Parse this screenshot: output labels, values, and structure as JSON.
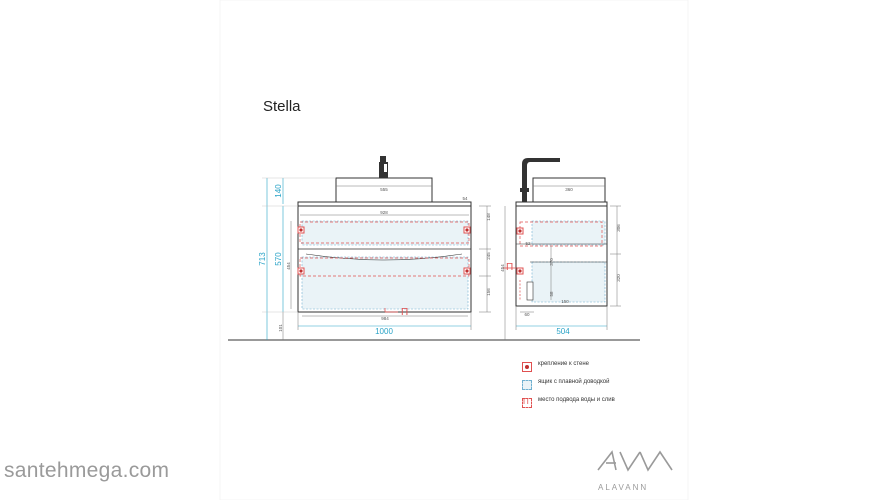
{
  "title": "Stella",
  "front": {
    "basin_width": "555",
    "top_inner_width": "928",
    "drawer_width": "984",
    "total_width": "1000",
    "total_height": "713",
    "cabinet_height": "570",
    "basin_height": "140",
    "inner_height": "454",
    "leg_height": "101",
    "drawer_top_height": "148",
    "drawer_mid_height": "245",
    "drawer_bottom_height": "156",
    "top_offset": "54",
    "water_mark": "П"
  },
  "side": {
    "basin_width": "360",
    "depth": "504",
    "inner_depth": "150",
    "drawer_height_1": "306",
    "drawer_height_2": "320",
    "water_height": "454",
    "mount_height": "52",
    "dim_a": "370",
    "dim_b": "58",
    "side_left": "60",
    "water_mark": "П"
  },
  "legend": [
    {
      "icon": "wall-mount-icon",
      "label": "крепление к стене"
    },
    {
      "icon": "soft-close-drawer-icon",
      "label": "ящик с плавной доводкой"
    },
    {
      "icon": "water-connection-icon",
      "label": "место подвода воды и слив"
    }
  ],
  "watermark": "santehmega.com",
  "logo_text": "ALAVANN",
  "colors": {
    "line": "#555555",
    "dim": "#29a3c7",
    "mount": "#e05050",
    "drawer_fill": "#eaf3f7",
    "drawer_line": "#6fb0d0"
  }
}
